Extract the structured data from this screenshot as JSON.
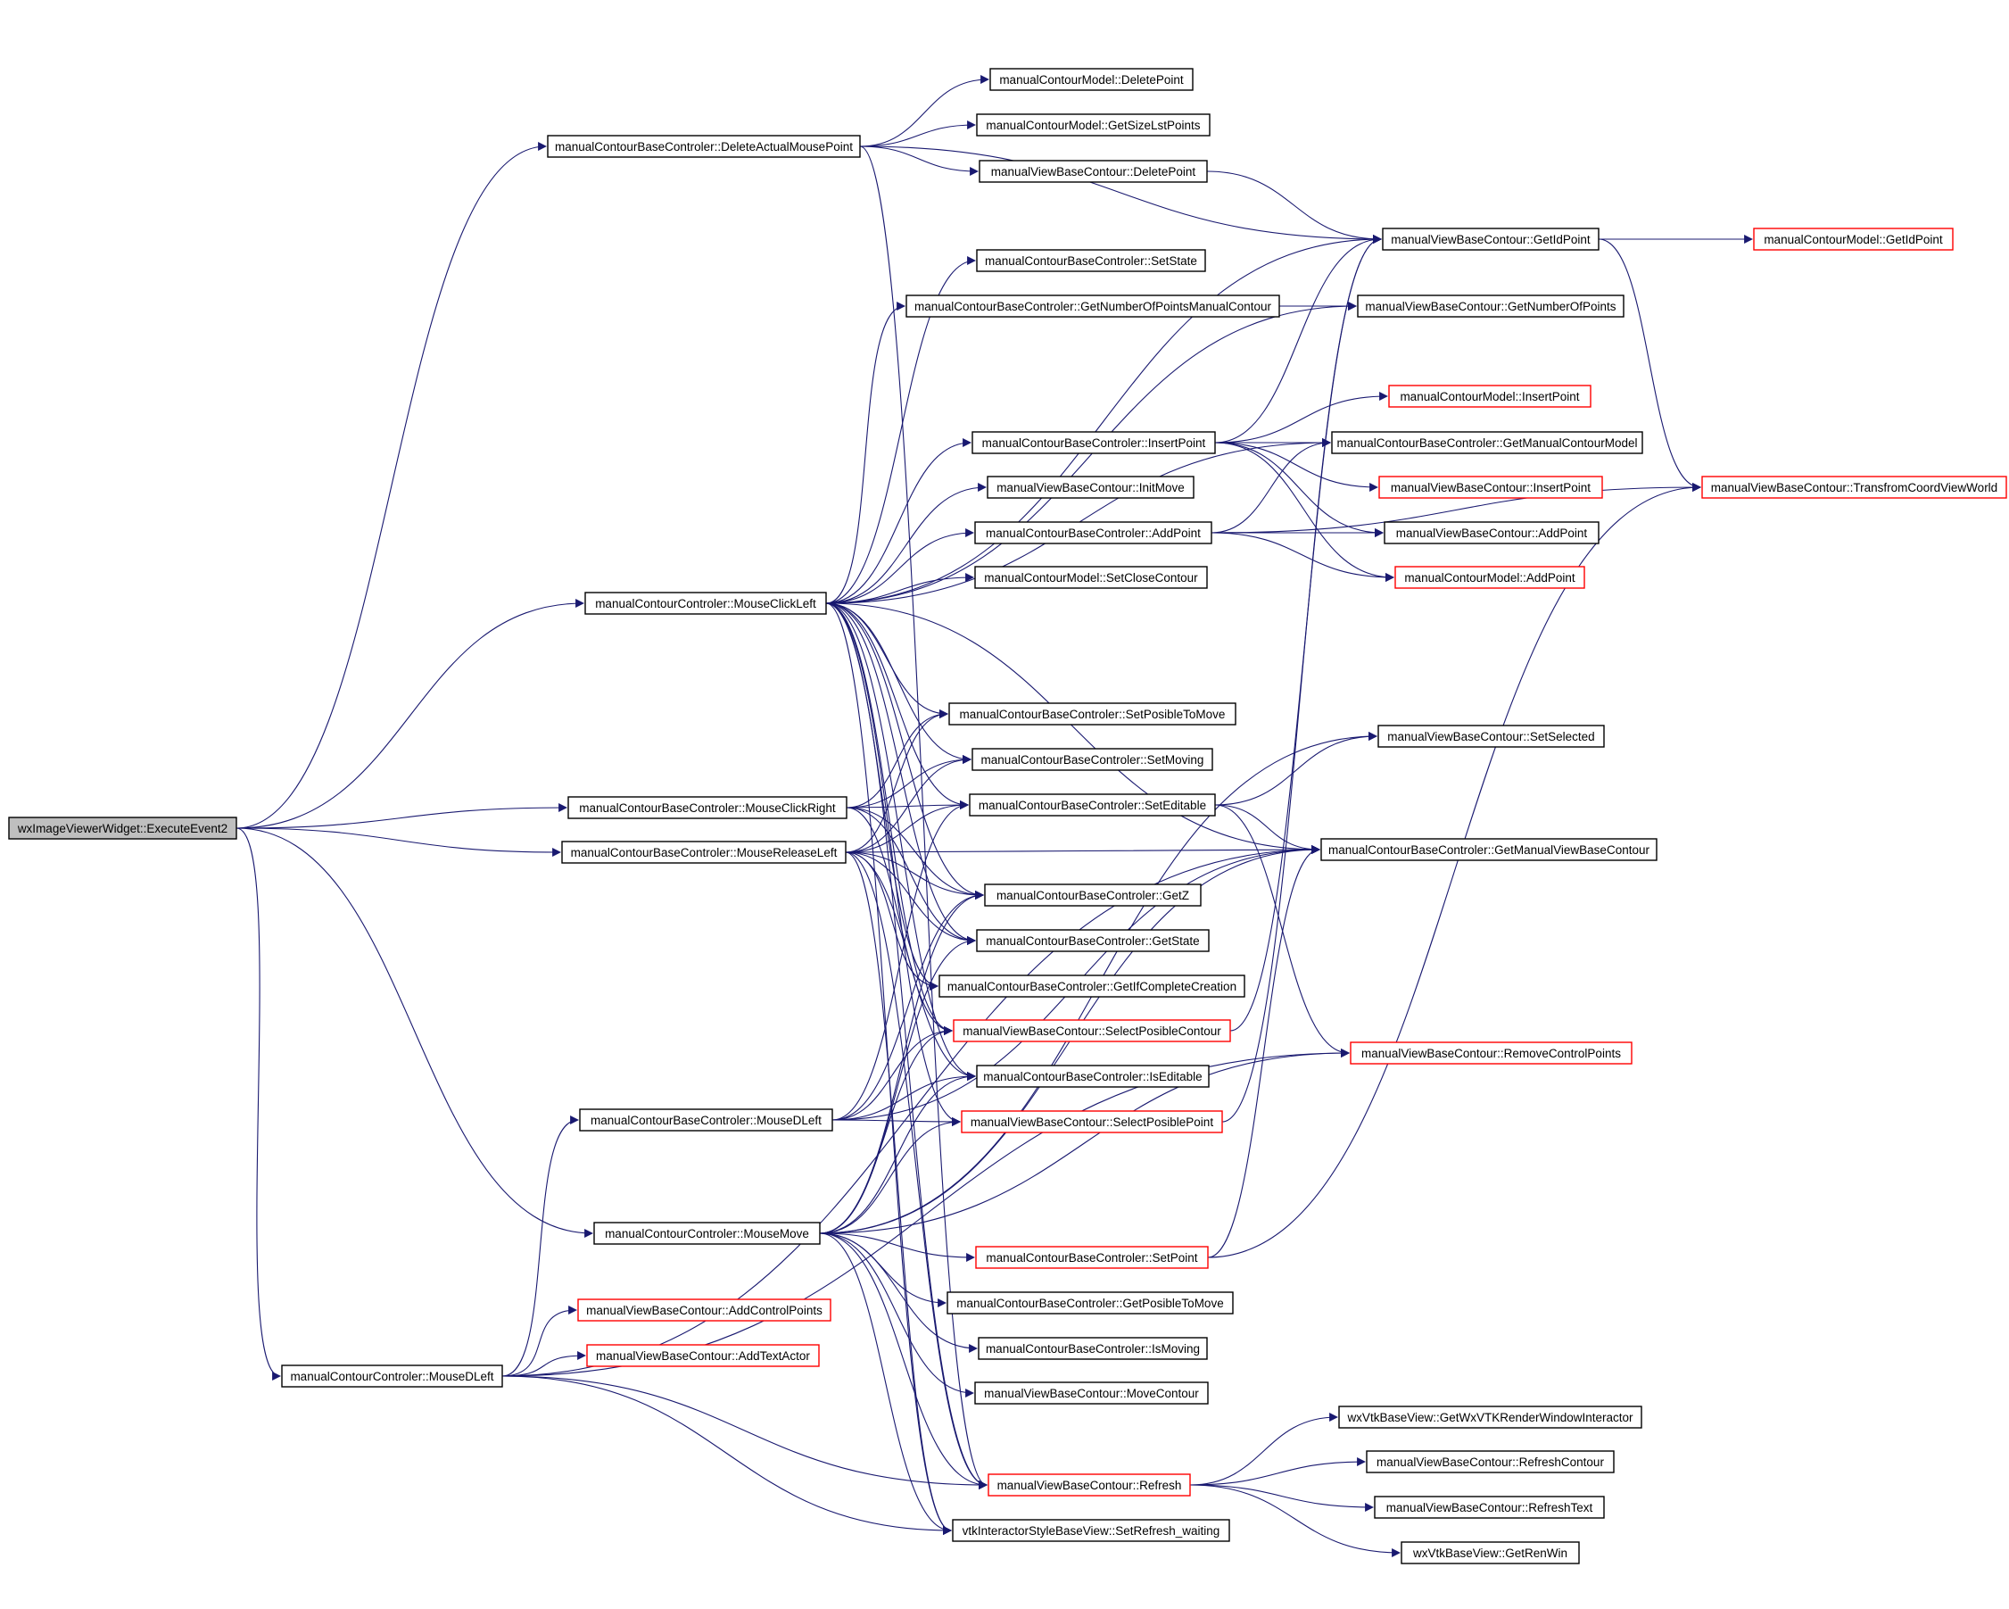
{
  "colors": {
    "edge": "#191970",
    "box_normal": "#000000",
    "box_incomplete": "#ff0000",
    "box_root_fill": "#bfbfbf",
    "box_fill": "#ffffff"
  },
  "nodes": {
    "root": {
      "label": "wxImageViewerWidget::ExecuteEvent2",
      "style": "root"
    },
    "deleteActual": {
      "label": "manualContourBaseControler::DeleteActualMousePoint",
      "style": "normal"
    },
    "clickLeft": {
      "label": "manualContourControler::MouseClickLeft",
      "style": "normal"
    },
    "clickRight": {
      "label": "manualContourBaseControler::MouseClickRight",
      "style": "normal"
    },
    "releaseLeft": {
      "label": "manualContourBaseControler::MouseReleaseLeft",
      "style": "normal"
    },
    "baseDLeft": {
      "label": "manualContourBaseControler::MouseDLeft",
      "style": "normal"
    },
    "mouseMove": {
      "label": "manualContourControler::MouseMove",
      "style": "normal"
    },
    "ctrlDLeft": {
      "label": "manualContourControler::MouseDLeft",
      "style": "normal"
    },
    "addControlPoints": {
      "label": "manualViewBaseContour::AddControlPoints",
      "style": "incomplete"
    },
    "addTextActor": {
      "label": "manualViewBaseContour::AddTextActor",
      "style": "incomplete"
    },
    "modelDeletePoint": {
      "label": "manualContourModel::DeletePoint",
      "style": "normal"
    },
    "getSizeLst": {
      "label": "manualContourModel::GetSizeLstPoints",
      "style": "normal"
    },
    "viewDeletePoint": {
      "label": "manualViewBaseContour::DeletePoint",
      "style": "normal"
    },
    "setState": {
      "label": "manualContourBaseControler::SetState",
      "style": "normal"
    },
    "getNumPointsManual": {
      "label": "manualContourBaseControler::GetNumberOfPointsManualContour",
      "style": "normal"
    },
    "insertPointCtrl": {
      "label": "manualContourBaseControler::InsertPoint",
      "style": "normal"
    },
    "initMove": {
      "label": "manualViewBaseContour::InitMove",
      "style": "normal"
    },
    "addPointCtrl": {
      "label": "manualContourBaseControler::AddPoint",
      "style": "normal"
    },
    "setCloseContour": {
      "label": "manualContourModel::SetCloseContour",
      "style": "normal"
    },
    "setPosibleToMove": {
      "label": "manualContourBaseControler::SetPosibleToMove",
      "style": "normal"
    },
    "setMoving": {
      "label": "manualContourBaseControler::SetMoving",
      "style": "normal"
    },
    "setEditable": {
      "label": "manualContourBaseControler::SetEditable",
      "style": "normal"
    },
    "getZ": {
      "label": "manualContourBaseControler::GetZ",
      "style": "normal"
    },
    "getState": {
      "label": "manualContourBaseControler::GetState",
      "style": "normal"
    },
    "getIfComplete": {
      "label": "manualContourBaseControler::GetIfCompleteCreation",
      "style": "normal"
    },
    "selectPosibleContour": {
      "label": "manualViewBaseContour::SelectPosibleContour",
      "style": "incomplete"
    },
    "isEditable": {
      "label": "manualContourBaseControler::IsEditable",
      "style": "normal"
    },
    "selectPosiblePoint": {
      "label": "manualViewBaseContour::SelectPosiblePoint",
      "style": "incomplete"
    },
    "setPoint": {
      "label": "manualContourBaseControler::SetPoint",
      "style": "incomplete"
    },
    "getPosibleToMove": {
      "label": "manualContourBaseControler::GetPosibleToMove",
      "style": "normal"
    },
    "isMoving": {
      "label": "manualContourBaseControler::IsMoving",
      "style": "normal"
    },
    "moveContour": {
      "label": "manualViewBaseContour::MoveContour",
      "style": "normal"
    },
    "refresh": {
      "label": "manualViewBaseContour::Refresh",
      "style": "incomplete"
    },
    "setRefreshWaiting": {
      "label": "vtkInteractorStyleBaseView::SetRefresh_waiting",
      "style": "normal"
    },
    "viewGetIdPoint": {
      "label": "manualViewBaseContour::GetIdPoint",
      "style": "normal"
    },
    "viewGetNumPoints": {
      "label": "manualViewBaseContour::GetNumberOfPoints",
      "style": "normal"
    },
    "modelInsertPoint": {
      "label": "manualContourModel::InsertPoint",
      "style": "incomplete"
    },
    "getManualContourModel": {
      "label": "manualContourBaseControler::GetManualContourModel",
      "style": "normal"
    },
    "viewInsertPoint": {
      "label": "manualViewBaseContour::InsertPoint",
      "style": "incomplete"
    },
    "viewAddPoint": {
      "label": "manualViewBaseContour::AddPoint",
      "style": "normal"
    },
    "modelAddPoint": {
      "label": "manualContourModel::AddPoint",
      "style": "incomplete"
    },
    "setSelected": {
      "label": "manualViewBaseContour::SetSelected",
      "style": "normal"
    },
    "getManualViewBase": {
      "label": "manualContourBaseControler::GetManualViewBaseContour",
      "style": "normal"
    },
    "removeControlPoints": {
      "label": "manualViewBaseContour::RemoveControlPoints",
      "style": "incomplete"
    },
    "getRenderWinInteractor": {
      "label": "wxVtkBaseView::GetWxVTKRenderWindowInteractor",
      "style": "normal"
    },
    "refreshContour": {
      "label": "manualViewBaseContour::RefreshContour",
      "style": "normal"
    },
    "refreshText": {
      "label": "manualViewBaseContour::RefreshText",
      "style": "normal"
    },
    "getRenWin": {
      "label": "wxVtkBaseView::GetRenWin",
      "style": "normal"
    },
    "modelGetIdPoint": {
      "label": "manualContourModel::GetIdPoint",
      "style": "incomplete"
    },
    "transform": {
      "label": "manualViewBaseContour::TransfromCoordViewWorld",
      "style": "incomplete"
    }
  },
  "edges": [
    [
      "root",
      "deleteActual"
    ],
    [
      "root",
      "clickLeft"
    ],
    [
      "root",
      "clickRight"
    ],
    [
      "root",
      "releaseLeft"
    ],
    [
      "root",
      "mouseMove"
    ],
    [
      "root",
      "ctrlDLeft"
    ],
    [
      "deleteActual",
      "modelDeletePoint"
    ],
    [
      "deleteActual",
      "getSizeLst"
    ],
    [
      "deleteActual",
      "viewDeletePoint"
    ],
    [
      "deleteActual",
      "viewGetIdPoint"
    ],
    [
      "deleteActual",
      "refresh"
    ],
    [
      "viewDeletePoint",
      "viewGetIdPoint"
    ],
    [
      "clickLeft",
      "setState"
    ],
    [
      "clickLeft",
      "getNumPointsManual"
    ],
    [
      "clickLeft",
      "insertPointCtrl"
    ],
    [
      "clickLeft",
      "initMove"
    ],
    [
      "clickLeft",
      "addPointCtrl"
    ],
    [
      "clickLeft",
      "setCloseContour"
    ],
    [
      "clickLeft",
      "setPosibleToMove"
    ],
    [
      "clickLeft",
      "setMoving"
    ],
    [
      "clickLeft",
      "setEditable"
    ],
    [
      "clickLeft",
      "getZ"
    ],
    [
      "clickLeft",
      "getState"
    ],
    [
      "clickLeft",
      "getIfComplete"
    ],
    [
      "clickLeft",
      "selectPosibleContour"
    ],
    [
      "clickLeft",
      "isEditable"
    ],
    [
      "clickLeft",
      "selectPosiblePoint"
    ],
    [
      "clickLeft",
      "viewGetIdPoint"
    ],
    [
      "clickLeft",
      "viewGetNumPoints"
    ],
    [
      "clickLeft",
      "getManualViewBase"
    ],
    [
      "clickLeft",
      "setRefreshWaiting"
    ],
    [
      "clickLeft",
      "refresh"
    ],
    [
      "clickLeft",
      "getManualContourModel"
    ],
    [
      "clickRight",
      "setPosibleToMove"
    ],
    [
      "clickRight",
      "setMoving"
    ],
    [
      "clickRight",
      "setEditable"
    ],
    [
      "clickRight",
      "getZ"
    ],
    [
      "clickRight",
      "getState"
    ],
    [
      "clickRight",
      "selectPosibleContour"
    ],
    [
      "releaseLeft",
      "setPosibleToMove"
    ],
    [
      "releaseLeft",
      "setMoving"
    ],
    [
      "releaseLeft",
      "setEditable"
    ],
    [
      "releaseLeft",
      "getZ"
    ],
    [
      "releaseLeft",
      "getState"
    ],
    [
      "releaseLeft",
      "getIfComplete"
    ],
    [
      "releaseLeft",
      "isEditable"
    ],
    [
      "releaseLeft",
      "getManualViewBase"
    ],
    [
      "releaseLeft",
      "setRefreshWaiting"
    ],
    [
      "releaseLeft",
      "refresh"
    ],
    [
      "baseDLeft",
      "getZ"
    ],
    [
      "baseDLeft",
      "isEditable"
    ],
    [
      "baseDLeft",
      "selectPosibleContour"
    ],
    [
      "baseDLeft",
      "selectPosiblePoint"
    ],
    [
      "baseDLeft",
      "getManualViewBase"
    ],
    [
      "baseDLeft",
      "setEditable"
    ],
    [
      "mouseMove",
      "setPoint"
    ],
    [
      "mouseMove",
      "getPosibleToMove"
    ],
    [
      "mouseMove",
      "isMoving"
    ],
    [
      "mouseMove",
      "moveContour"
    ],
    [
      "mouseMove",
      "refresh"
    ],
    [
      "mouseMove",
      "setRefreshWaiting"
    ],
    [
      "mouseMove",
      "getZ"
    ],
    [
      "mouseMove",
      "getState"
    ],
    [
      "mouseMove",
      "isEditable"
    ],
    [
      "mouseMove",
      "selectPosibleContour"
    ],
    [
      "mouseMove",
      "selectPosiblePoint"
    ],
    [
      "mouseMove",
      "getManualViewBase"
    ],
    [
      "mouseMove",
      "removeControlPoints"
    ],
    [
      "mouseMove",
      "setSelected"
    ],
    [
      "ctrlDLeft",
      "baseDLeft"
    ],
    [
      "ctrlDLeft",
      "addControlPoints"
    ],
    [
      "ctrlDLeft",
      "addTextActor"
    ],
    [
      "ctrlDLeft",
      "refresh"
    ],
    [
      "ctrlDLeft",
      "setRefreshWaiting"
    ],
    [
      "ctrlDLeft",
      "getManualViewBase"
    ],
    [
      "ctrlDLeft",
      "removeControlPoints"
    ],
    [
      "getNumPointsManual",
      "viewGetNumPoints"
    ],
    [
      "insertPointCtrl",
      "modelInsertPoint"
    ],
    [
      "insertPointCtrl",
      "getManualContourModel"
    ],
    [
      "insertPointCtrl",
      "viewInsertPoint"
    ],
    [
      "insertPointCtrl",
      "viewAddPoint"
    ],
    [
      "insertPointCtrl",
      "modelAddPoint"
    ],
    [
      "insertPointCtrl",
      "viewGetIdPoint"
    ],
    [
      "addPointCtrl",
      "viewAddPoint"
    ],
    [
      "addPointCtrl",
      "modelAddPoint"
    ],
    [
      "addPointCtrl",
      "getManualContourModel"
    ],
    [
      "addPointCtrl",
      "transform"
    ],
    [
      "setEditable",
      "setSelected"
    ],
    [
      "setEditable",
      "getManualViewBase"
    ],
    [
      "setEditable",
      "removeControlPoints"
    ],
    [
      "selectPosibleContour",
      "viewGetIdPoint"
    ],
    [
      "selectPosiblePoint",
      "viewGetIdPoint"
    ],
    [
      "setPoint",
      "transform"
    ],
    [
      "setPoint",
      "getManualViewBase"
    ],
    [
      "refresh",
      "getRenderWinInteractor"
    ],
    [
      "refresh",
      "refreshContour"
    ],
    [
      "refresh",
      "refreshText"
    ],
    [
      "refresh",
      "getRenWin"
    ],
    [
      "viewGetIdPoint",
      "modelGetIdPoint"
    ],
    [
      "viewGetIdPoint",
      "transform"
    ]
  ]
}
